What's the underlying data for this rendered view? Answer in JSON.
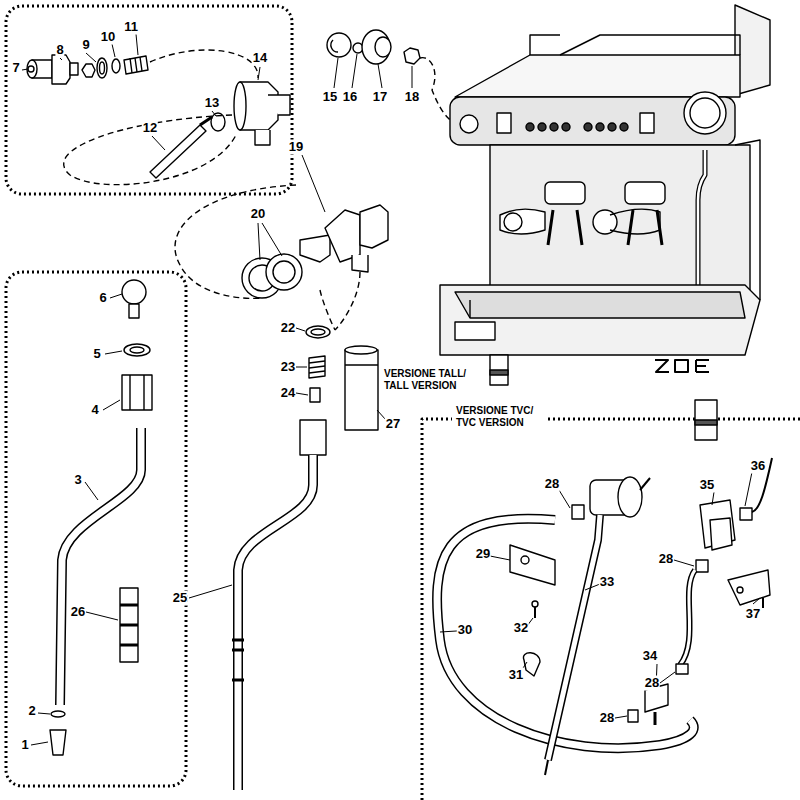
{
  "diagram": {
    "labels": [
      "7",
      "8",
      "9",
      "10",
      "11",
      "14",
      "13",
      "12",
      "15",
      "16",
      "17",
      "18",
      "19",
      "20",
      "6",
      "5",
      "4",
      "3",
      "26",
      "2",
      "1",
      "22",
      "23",
      "24",
      "VERSIONE TALL/ TALL VERSION",
      "27",
      "25",
      "VERSIONE TVC/ TVC VERSION",
      "28",
      "29",
      "30",
      "31",
      "32",
      "33",
      "34",
      "35",
      "36",
      "28",
      "37",
      "28",
      "28"
    ]
  }
}
